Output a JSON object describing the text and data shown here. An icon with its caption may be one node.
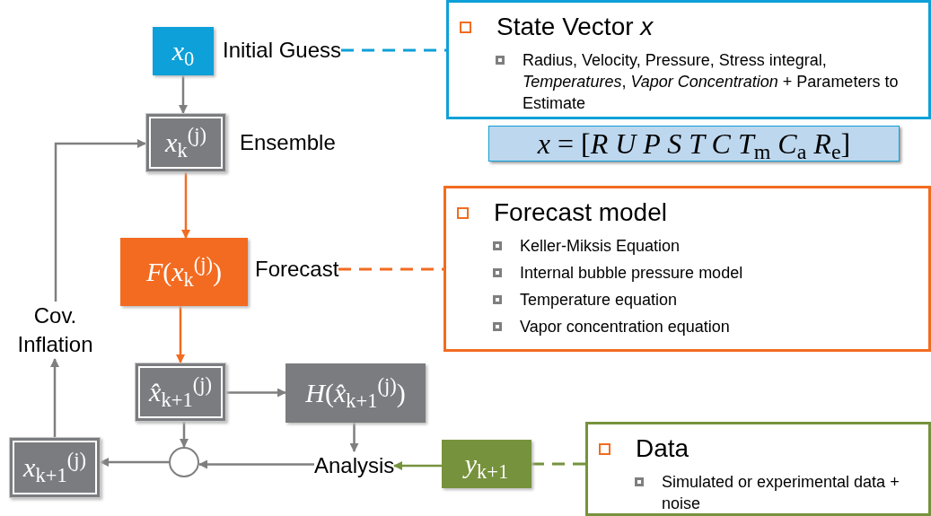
{
  "diagram": {
    "nodes": [
      {
        "text": [
          "*x*$_{0}$"
        ]
      },
      {
        "text": [
          "Initial Guess"
        ]
      },
      {
        "text": [
          "State Vector *x*",
          "Radius, Velocity, Pressure, Stress integral, *Temperatures*, *Vapor Concentration* + Parameters to Estimate"
        ]
      },
      {
        "text": [
          "*x* = [*R U P S T C T*$_{m}$ *C*$_{a}$ *R*$_{e}$]"
        ]
      },
      {
        "text": [
          "*x*$_{k}$$^{(j)}$"
        ],
        "beside": [
          "Ensemble"
        ]
      },
      {
        "text": [
          "*F*(*x*$_{k}$$^{(j)}$)"
        ]
      },
      {
        "text": [
          "Forecast"
        ]
      },
      {
        "text": [
          "Forecast model",
          "Keller-Miksis Equation",
          "Internal bubble pressure model",
          "Temperature equation",
          "Vapor concentration equation"
        ]
      },
      {
        "text": [
          "Cov. Inflation"
        ]
      },
      {
        "text": [
          "*x̂*$_{k+1}$$^{(j)}$"
        ]
      },
      {
        "text": [
          "*H*(*x̂*$_{k+1}$$^{(j)}$)"
        ]
      },
      {
        "text": [
          "*x*$_{k+1}$$^{(j)}$"
        ]
      },
      {
        "text": [],
        "shape": "circle"
      },
      {
        "text": [
          "Analysis"
        ]
      },
      {
        "text": [
          "*y*$_{k+1}$"
        ]
      },
      {
        "text": [
          "Data",
          "Simulated or experimental data + noise"
        ]
      }
    ],
    "edges": [
      {
        "from": 0,
        "to": 4,
        "arrow": "to"
      },
      {
        "from": 8,
        "to": 4,
        "arrow": "to"
      },
      {
        "from": 4,
        "to": 5,
        "arrow": "to",
        "color": "#f26b21"
      },
      {
        "from": 5,
        "to": 9,
        "arrow": "to",
        "color": "#f26b21"
      },
      {
        "from": 9,
        "to": 10,
        "arrow": "to"
      },
      {
        "from": 9,
        "to": 12,
        "arrow": "to"
      },
      {
        "from": 10,
        "to": 13,
        "arrow": "to"
      },
      {
        "from": 13,
        "to": 12,
        "arrow": "to"
      },
      {
        "from": 12,
        "to": 11,
        "arrow": "to"
      },
      {
        "from": 11,
        "to": 8,
        "arrow": "to"
      },
      {
        "from": 14,
        "to": 13,
        "arrow": "to",
        "color": "#76923c"
      },
      {
        "from": 1,
        "to": 2,
        "arrow": "none",
        "style": "dashed",
        "color": "#0ea0d8"
      },
      {
        "from": 6,
        "to": 7,
        "arrow": "none",
        "style": "dashed",
        "color": "#f26b21"
      },
      {
        "from": 14,
        "to": 15,
        "arrow": "none",
        "style": "dashed",
        "color": "#76923c"
      }
    ]
  }
}
